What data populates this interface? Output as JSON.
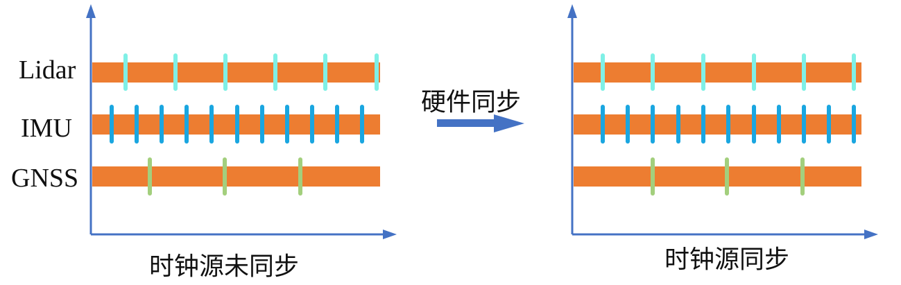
{
  "left_panel": {
    "caption": "时钟源未同步",
    "rows": [
      {
        "label": "Lidar",
        "tick_color": "#7ff0e6",
        "ticks": [
          181,
          253,
          325,
          397,
          469,
          543
        ]
      },
      {
        "label": "IMU",
        "tick_color": "#1aa6e0",
        "ticks": [
          161,
          197,
          233,
          269,
          305,
          342,
          378,
          414,
          450,
          486,
          522
        ]
      },
      {
        "label": "GNSS",
        "tick_color": "#a3cf7d",
        "ticks": [
          216,
          324,
          433
        ]
      }
    ]
  },
  "right_panel": {
    "caption": "时钟源同步",
    "rows": [
      {
        "label": "Lidar",
        "tick_color": "#7ff0e6",
        "ticks": [
          869,
          941,
          1014,
          1087,
          1159,
          1231
        ]
      },
      {
        "label": "IMU",
        "tick_color": "#1aa6e0",
        "ticks": [
          869,
          905,
          941,
          978,
          1014,
          1050,
          1087,
          1123,
          1159,
          1195,
          1231
        ]
      },
      {
        "label": "GNSS",
        "tick_color": "#a3cf7d",
        "ticks": [
          941,
          1048,
          1157
        ]
      }
    ]
  },
  "arrow": {
    "label": "硬件同步"
  },
  "colors": {
    "axis": "#4472c4",
    "band": "#ed7d31",
    "arrow": "#4472c4"
  }
}
